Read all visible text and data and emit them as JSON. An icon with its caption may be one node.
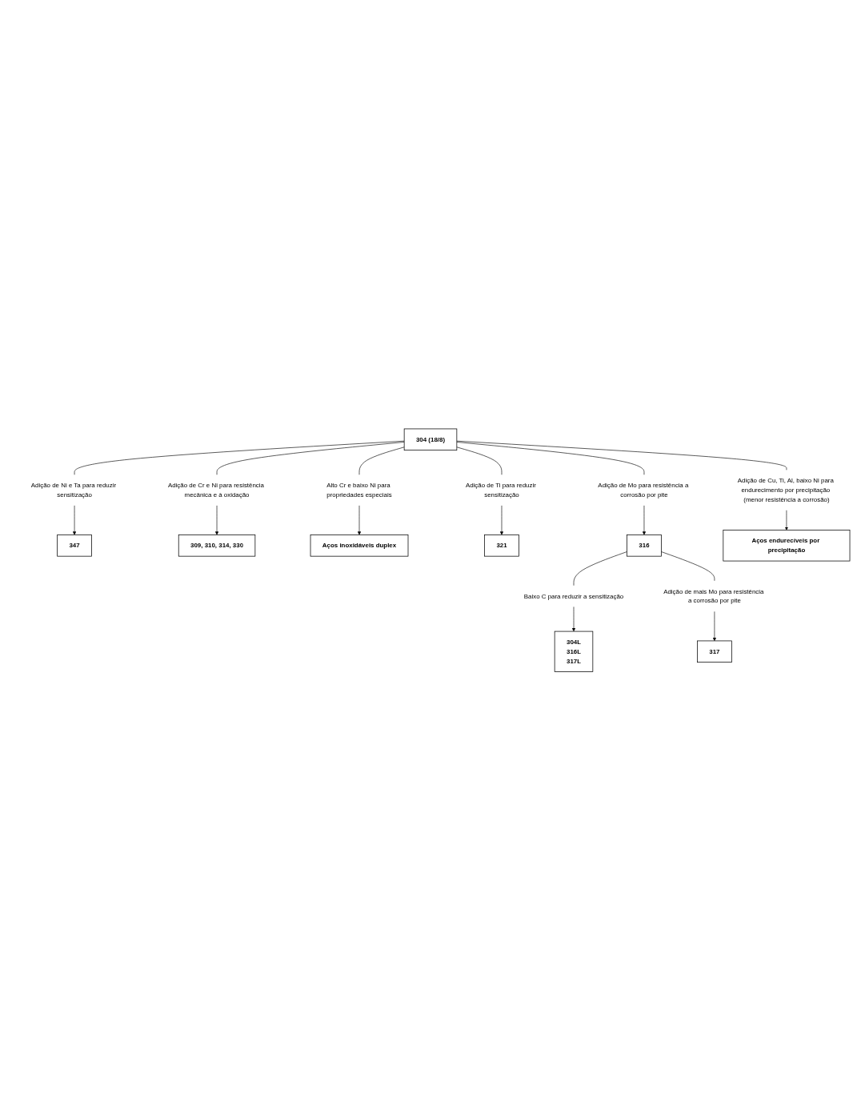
{
  "diagram": {
    "nodes": [
      {
        "text": [
          "347"
        ]
      },
      {
        "text": [
          "309, 310, 314, 330"
        ]
      },
      {
        "text": [
          "Aços inoxidáveis duplex"
        ]
      },
      {
        "text": [
          "Adição de Ni e Ta para reduzir sensitização"
        ]
      },
      {
        "text": [
          "Adição de Cr e Ni para resistência mecânica e à oxidação"
        ]
      },
      {
        "text": [
          "Alto Cr e baixo Ni para propriedades especiais"
        ]
      },
      {
        "text": [
          "321"
        ]
      },
      {
        "text": [
          "Adição de Ti para reduzir sensitização"
        ]
      },
      {
        "text": [
          "304 (18/8)"
        ]
      },
      {
        "text": [
          "Adição de Cu, Ti, Al, baixo Ni para endurecimento por precipitação (menor resistência a corrosão)"
        ]
      },
      {
        "text": [
          "Adição de Mo para resistência a corrosão por pite"
        ]
      },
      {
        "text": [
          "Baixo C para reduzir a sensitização"
        ]
      },
      {
        "text": [
          "316"
        ]
      },
      {
        "text": [
          "Aços endurecíveis por precipitação"
        ]
      },
      {
        "text": [
          "304L",
          "316L",
          "317L"
        ]
      },
      {
        "text": [
          "Adição de mais Mo para resistência a corrosão por pite"
        ]
      },
      {
        "text": [
          "317"
        ]
      }
    ],
    "edges": [
      {
        "from": 8,
        "to": 3,
        "arrow": "none"
      },
      {
        "from": 3,
        "to": 0,
        "arrow": "to"
      },
      {
        "from": 8,
        "to": 4,
        "arrow": "none"
      },
      {
        "from": 4,
        "to": 1,
        "arrow": "to"
      },
      {
        "from": 8,
        "to": 5,
        "arrow": "none"
      },
      {
        "from": 5,
        "to": 2,
        "arrow": "to"
      },
      {
        "from": 8,
        "to": 7,
        "arrow": "none"
      },
      {
        "from": 7,
        "to": 6,
        "arrow": "to"
      },
      {
        "from": 8,
        "to": 9,
        "arrow": "none"
      },
      {
        "from": 9,
        "to": 13,
        "arrow": "to"
      },
      {
        "from": 8,
        "to": 10,
        "arrow": "none"
      },
      {
        "from": 10,
        "to": 12,
        "arrow": "to"
      },
      {
        "from": 12,
        "to": 11,
        "arrow": "none"
      },
      {
        "from": 11,
        "to": 14,
        "arrow": "to"
      },
      {
        "from": 12,
        "to": 15,
        "arrow": "none"
      },
      {
        "from": 15,
        "to": 16,
        "arrow": "to"
      }
    ]
  }
}
